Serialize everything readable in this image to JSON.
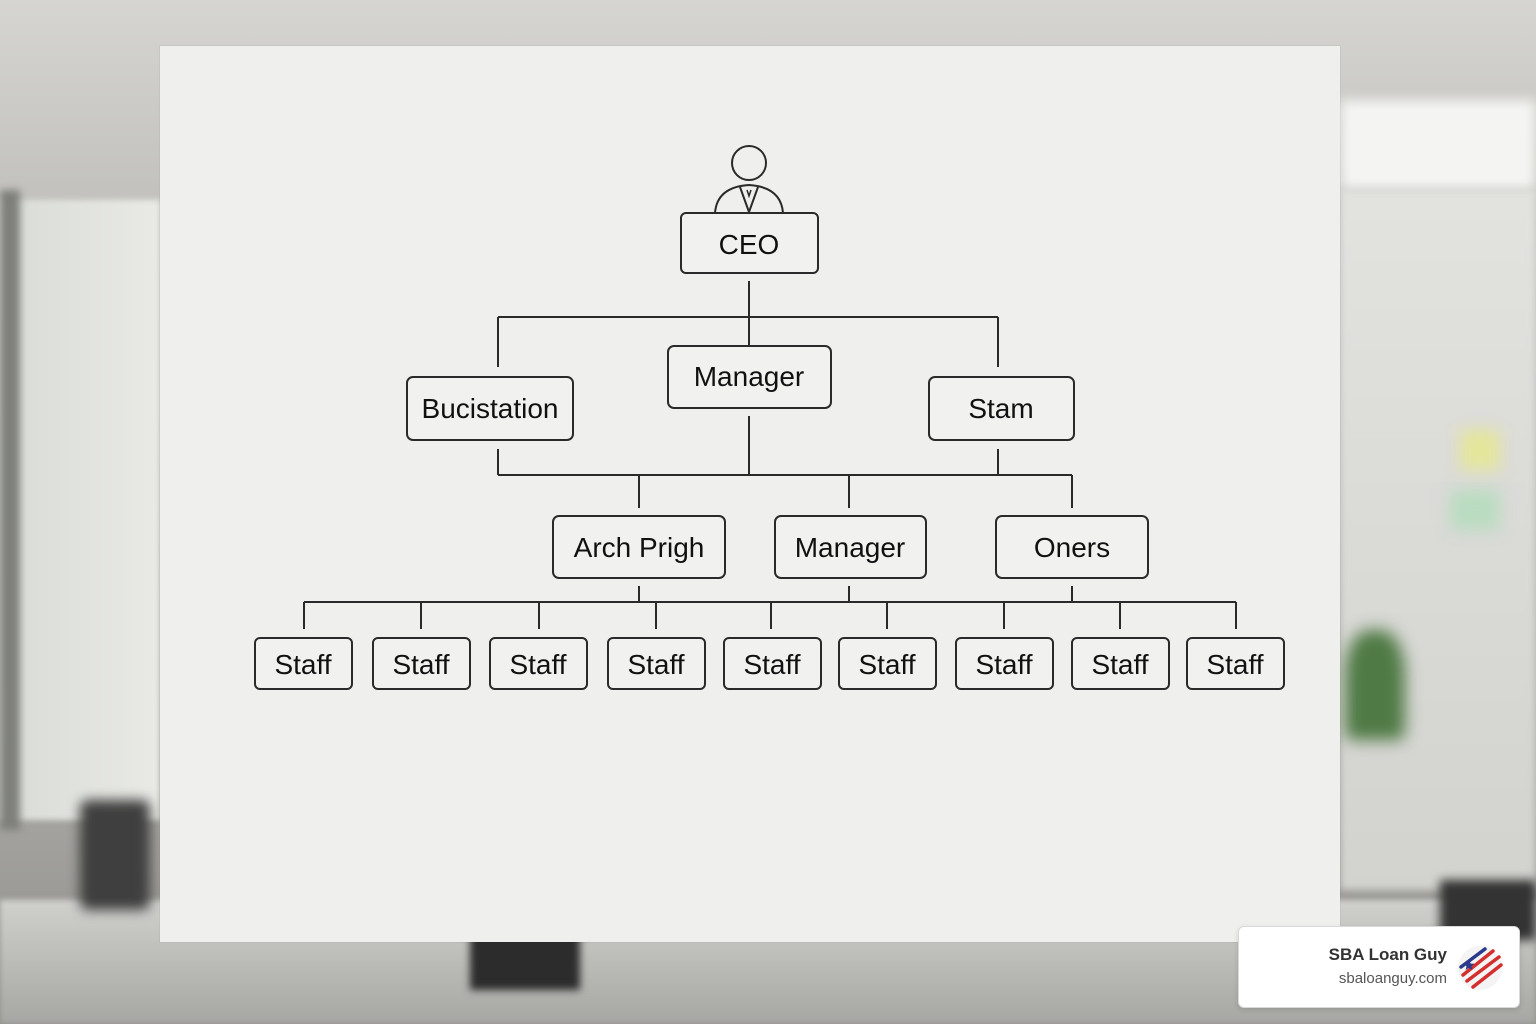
{
  "org_chart": {
    "ceo": {
      "label": "CEO"
    },
    "level2": [
      {
        "label": "Bucistation"
      },
      {
        "label": "Manager"
      },
      {
        "label": "Stam"
      }
    ],
    "level3": [
      {
        "label": "Arch Prigh"
      },
      {
        "label": "Manager"
      },
      {
        "label": "Oners"
      }
    ],
    "staff": [
      {
        "label": "Staff"
      },
      {
        "label": "Staff"
      },
      {
        "label": "Staff"
      },
      {
        "label": "Staff"
      },
      {
        "label": "Staff"
      },
      {
        "label": "Staff"
      },
      {
        "label": "Staff"
      },
      {
        "label": "Staff"
      },
      {
        "label": "Staff"
      }
    ]
  },
  "watermark": {
    "name": "SBA Loan Guy",
    "url": "sbaloanguy.com",
    "logo_icon": "flag-icon",
    "colors": {
      "blue": "#2b3a8c",
      "red": "#d32f2f"
    }
  }
}
